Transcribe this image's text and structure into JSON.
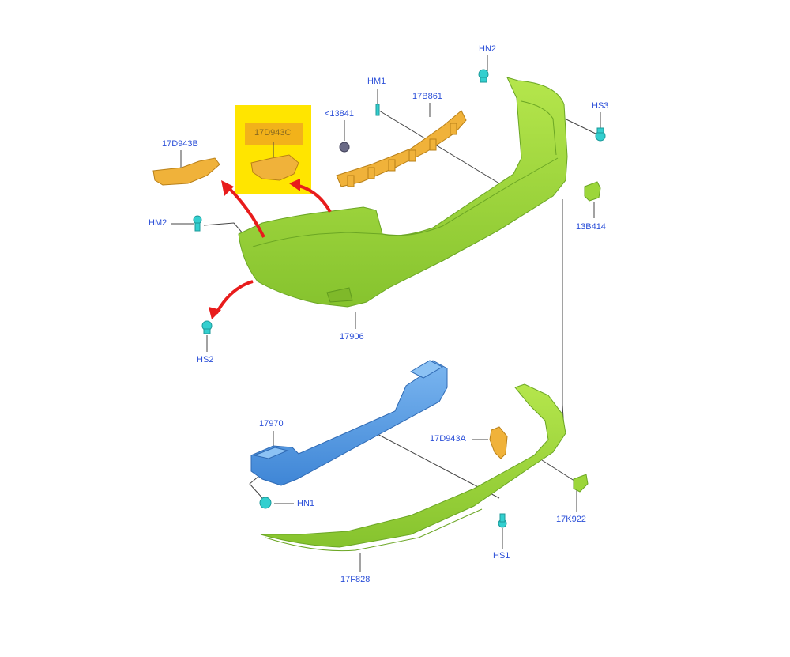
{
  "parts": {
    "HN2": "HN2",
    "HM1": "HM1",
    "17B861": "17B861",
    "13841": "<13841",
    "17D943C": "17D943C",
    "17D943B": "17D943B",
    "HS3": "HS3",
    "HM2": "HM2",
    "13B414": "13B414",
    "17906": "17906",
    "HS2": "HS2",
    "17970": "17970",
    "17D943A": "17D943A",
    "HN1": "HN1",
    "17K922": "17K922",
    "HS1": "HS1",
    "17F828": "17F828"
  },
  "colors": {
    "bumper": "#9cd63a",
    "bracket": "#f0b23a",
    "beam": "#5aa0e8",
    "fastener": "#33cfcf",
    "highlight": "#ffe500",
    "arrow": "#e81c1c",
    "label": "#2b4fd8"
  }
}
